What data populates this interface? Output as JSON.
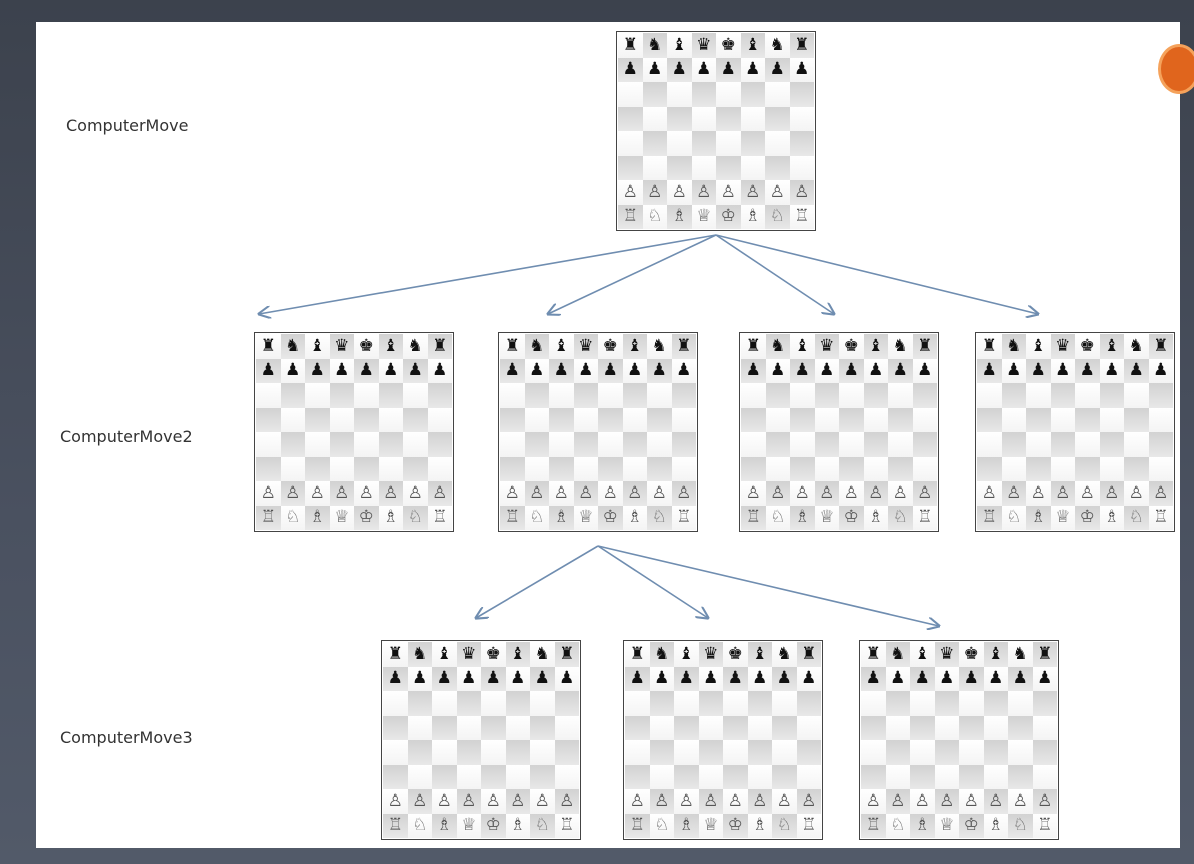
{
  "levels": {
    "level1": "ComputerMove",
    "level2": "ComputerMove2",
    "level3": "ComputerMove3"
  },
  "board_position": {
    "ranks": [
      [
        "♜",
        "♞",
        "♝",
        "♛",
        "♚",
        "♝",
        "♞",
        "♜"
      ],
      [
        "♟",
        "♟",
        "♟",
        "♟",
        "♟",
        "♟",
        "♟",
        "♟"
      ],
      [
        "",
        "",
        "",
        "",
        "",
        "",
        "",
        ""
      ],
      [
        "",
        "",
        "",
        "",
        "",
        "",
        "",
        ""
      ],
      [
        "",
        "",
        "",
        "",
        "",
        "",
        "",
        ""
      ],
      [
        "",
        "",
        "",
        "",
        "",
        "",
        "",
        ""
      ],
      [
        "♙",
        "♙",
        "♙",
        "♙",
        "♙",
        "♙",
        "♙",
        "♙"
      ],
      [
        "♖",
        "♘",
        "♗",
        "♕",
        "♔",
        "♗",
        "♘",
        "♖"
      ]
    ]
  },
  "tree": {
    "root": "board-root",
    "children": {
      "board-root": [
        "board-l2-1",
        "board-l2-2",
        "board-l2-3",
        "board-l2-4"
      ],
      "board-l2-2": [
        "board-l3-1",
        "board-l3-2",
        "board-l3-3"
      ]
    }
  },
  "colors": {
    "arrow": "#6f8db0",
    "board_border": "#444444",
    "logo": "#e0651d"
  }
}
